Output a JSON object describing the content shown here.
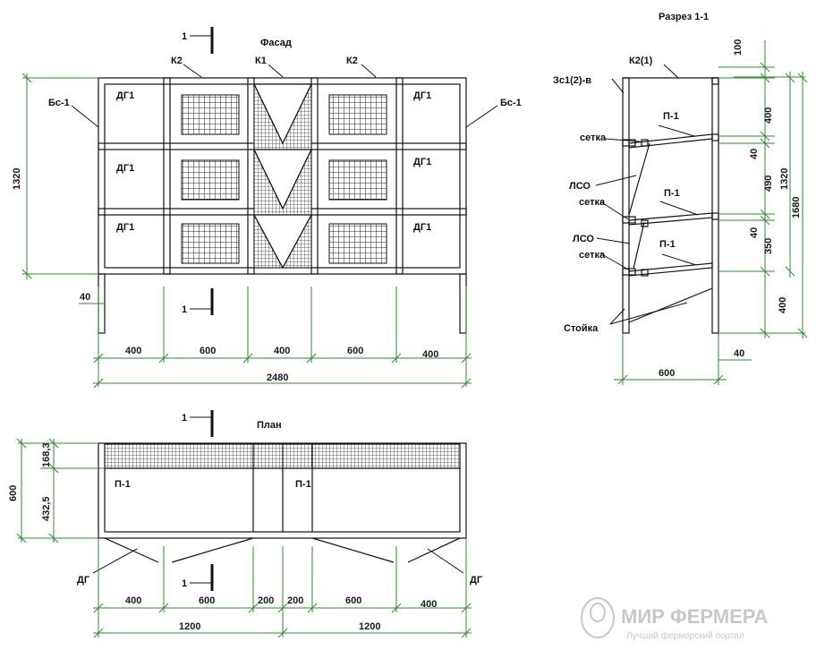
{
  "facade": {
    "title": "Фасад",
    "labels": {
      "k2_left": "К2",
      "k1": "К1",
      "k2_right": "К2",
      "bs_left": "Бс-1",
      "bs_right": "Бс-1",
      "dg": "ДГ1",
      "section_mark": "1"
    },
    "dims": {
      "height": "1320",
      "leg": "40",
      "w1": "400",
      "w2": "600",
      "w3": "400",
      "w4": "600",
      "w5": "400",
      "total": "2480"
    }
  },
  "section": {
    "title": "Разрез 1-1",
    "labels": {
      "zs": "Зс1(2)-в",
      "k2": "К2(1)",
      "p1a": "П-1",
      "p1b": "П-1",
      "p1c": "П-1",
      "setka1": "сетка",
      "setka2": "сетка",
      "setka3": "сетка",
      "lso1": "ЛСО",
      "lso2": "ЛСО",
      "stoyka": "Стойка"
    },
    "dims": {
      "d100": "100",
      "d400a": "400",
      "d40a": "40",
      "d490": "490",
      "d40b": "40",
      "d350": "350",
      "d400b": "400",
      "d1320": "1320",
      "d1680": "1680",
      "width": "600",
      "d40c": "40"
    }
  },
  "plan": {
    "title": "План",
    "labels": {
      "p1_left": "П-1",
      "p1_right": "П-1",
      "dg_left": "ДГ",
      "dg_right": "ДГ",
      "section_mark": "1"
    },
    "dims": {
      "d168": "168,3",
      "d432": "432,5",
      "d600": "600",
      "w1": "400",
      "w2": "600",
      "w3": "200",
      "w4": "200",
      "w5": "600",
      "w6": "400",
      "half1": "1200",
      "half2": "1200"
    }
  },
  "watermark": {
    "name": "МИР ФЕРМЕРА",
    "tagline": "Лучший фермерский портал"
  }
}
